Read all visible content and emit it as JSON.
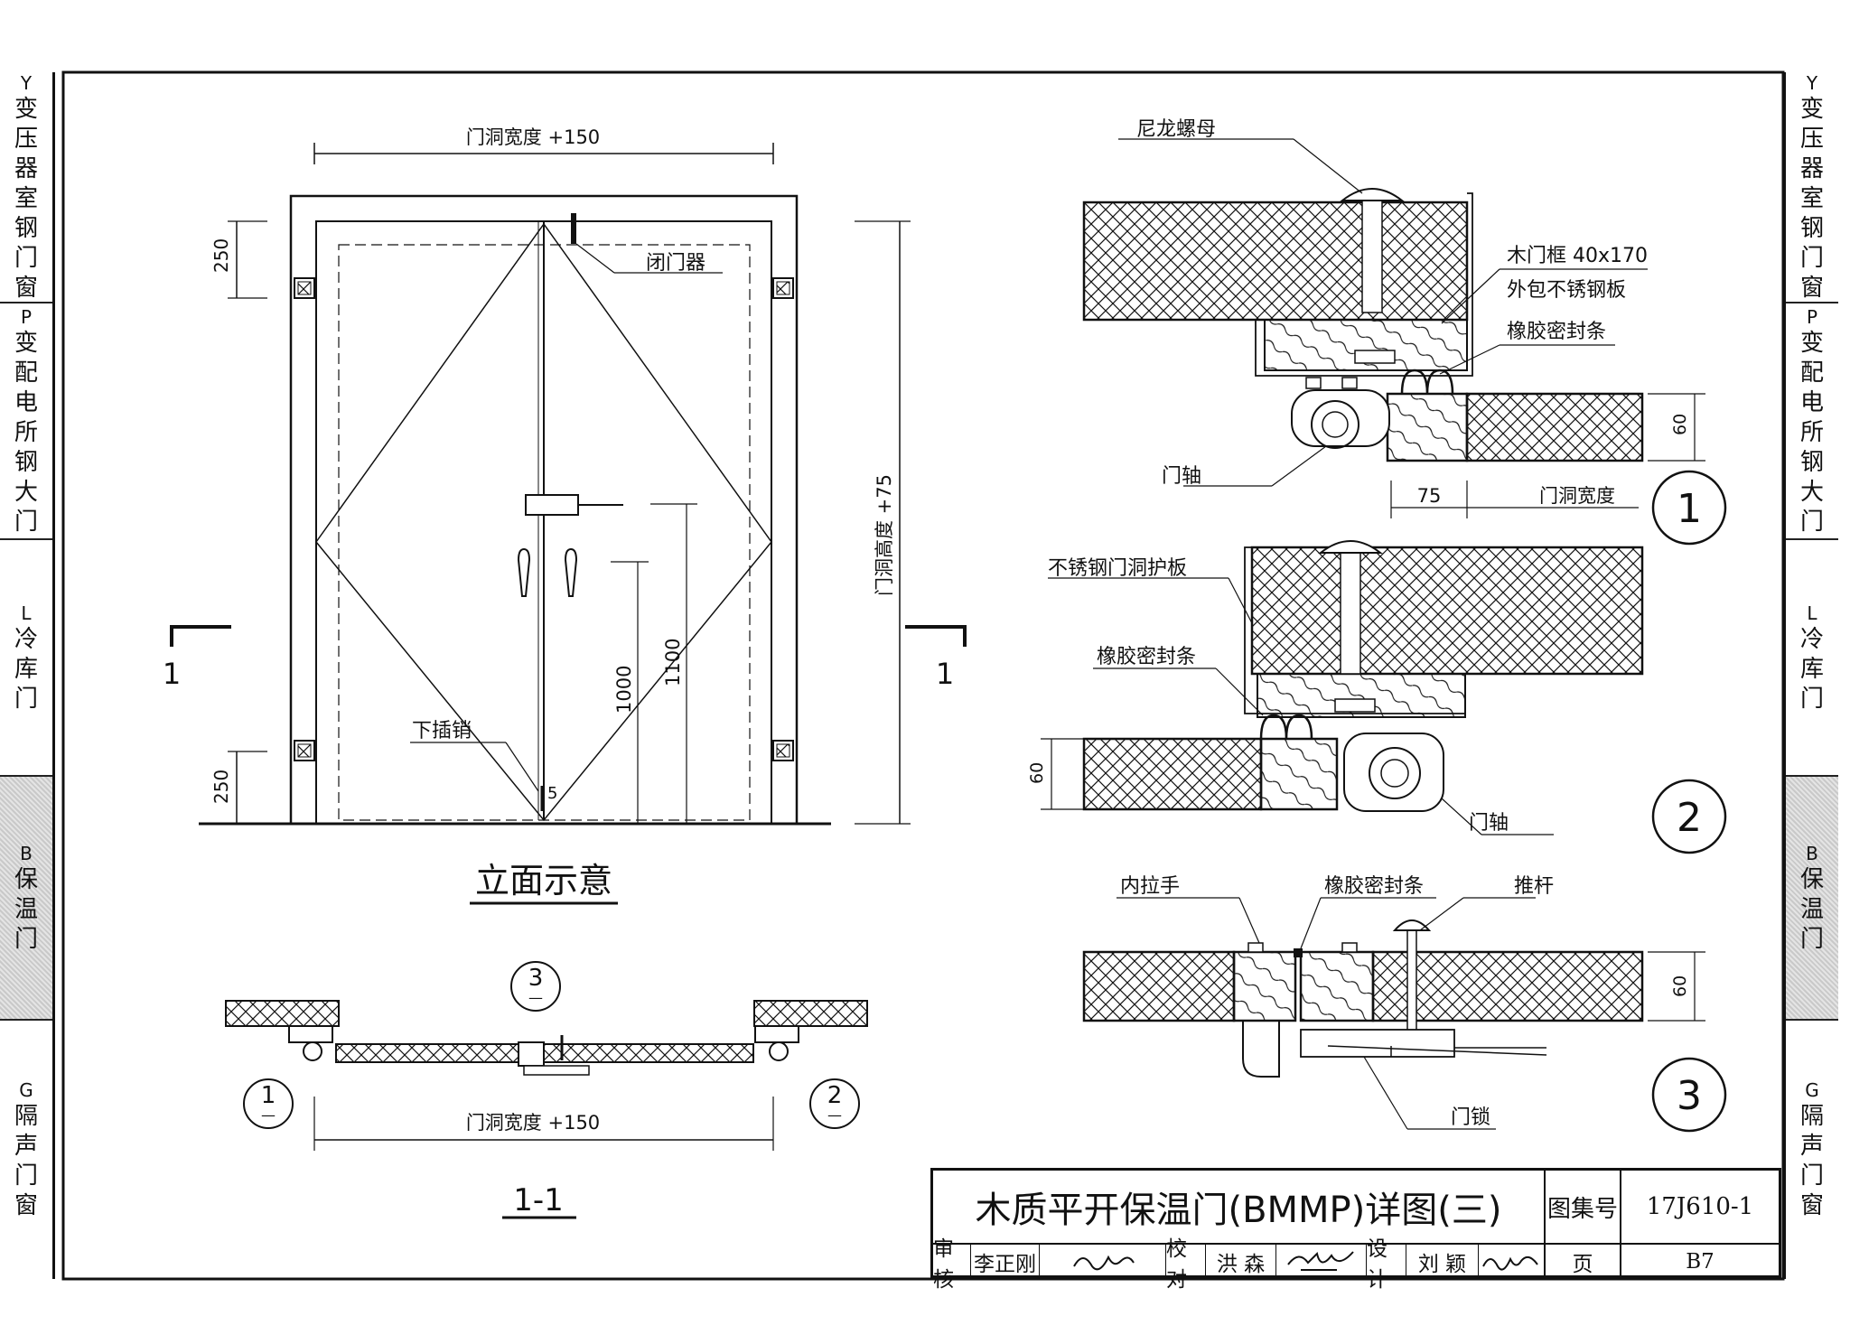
{
  "side_tabs": [
    {
      "code": "Y",
      "label": "变压器室钢门窗",
      "active": false
    },
    {
      "code": "P",
      "label": "变配电所钢大门",
      "active": false
    },
    {
      "code": "L",
      "label": "冷库门",
      "active": false
    },
    {
      "code": "B",
      "label": "保温门",
      "active": true
    },
    {
      "code": "G",
      "label": "隔声门窗",
      "active": false
    }
  ],
  "elevation": {
    "top_dim": "门洞宽度 +150",
    "height_dim": "门洞高度 +75",
    "dim_250_top": "250",
    "dim_250_bottom": "250",
    "dim_1000": "1000",
    "dim_1100": "1100",
    "dim_5": "5",
    "label_closer": "闭门器",
    "label_bolt": "下插销",
    "section_mark": "1",
    "title": "立面示意"
  },
  "section11": {
    "bottom_dim": "门洞宽度 +150",
    "title": "1-1",
    "ref_3_num": "3",
    "ref_1_num": "1",
    "ref_2_num": "2",
    "ref_dash": "—"
  },
  "detail1": {
    "nylon_nut": "尼龙螺母",
    "frame1": "木门框 40x170",
    "frame2": "外包不锈钢板",
    "rubber": "橡胶密封条",
    "hinge": "门轴",
    "dim_75": "75",
    "dim_width": "门洞宽度",
    "dim_60": "60",
    "num": "1"
  },
  "detail2": {
    "guard": "不锈钢门洞护板",
    "rubber": "橡胶密封条",
    "hinge": "门轴",
    "dim_60": "60",
    "num": "2"
  },
  "detail3": {
    "handle": "内拉手",
    "rubber": "橡胶密封条",
    "push": "推杆",
    "lock": "门锁",
    "dim_60": "60",
    "num": "3"
  },
  "title_block": {
    "title": "木质平开保温门(BMMP)详图(三)",
    "atlas_label": "图集号",
    "atlas_no": "17J610-1",
    "review_label": "审核",
    "review_name": "李正刚",
    "check_label": "校对",
    "check_name": "洪  森",
    "design_label": "设计",
    "design_name": "刘  颖",
    "page_label": "页",
    "page_no": "B7"
  }
}
